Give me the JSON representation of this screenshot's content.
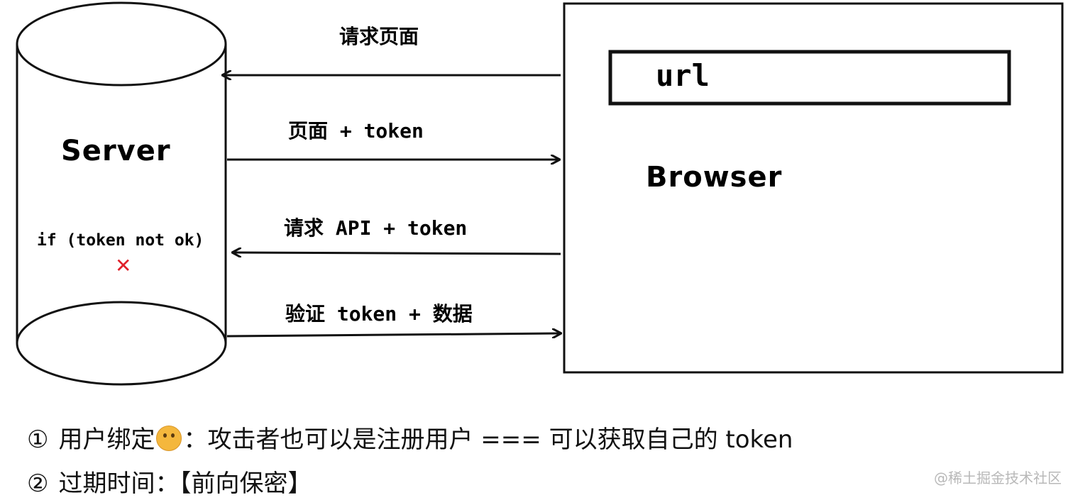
{
  "server": {
    "label": "Server",
    "condition": "if (token not ok)",
    "fail_mark": "✕"
  },
  "browser": {
    "label": "Browser",
    "url_label": "url"
  },
  "arrows": [
    {
      "label": "请求页面",
      "direction": "to-server"
    },
    {
      "label": "页面 + token",
      "direction": "to-browser"
    },
    {
      "label": "请求 API + token",
      "direction": "to-server"
    },
    {
      "label": "验证 token + 数据",
      "direction": "to-browser"
    }
  ],
  "notes": {
    "note1": {
      "number": "①",
      "before": "用户绑定",
      "emoji": "thinking-face-icon",
      "after": "：攻击者也可以是注册用户 === 可以获取自己的 token"
    },
    "note2": {
      "number": "②",
      "text": "过期时间：【前向保密】"
    }
  },
  "watermark": "@稀土掘金技术社区",
  "colors": {
    "stroke": "#111111",
    "fail": "#e0202a",
    "watermark": "#b8b8b8"
  }
}
